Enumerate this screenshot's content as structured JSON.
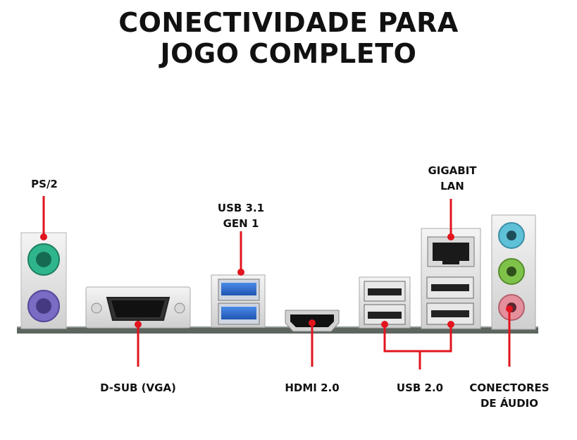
{
  "title": {
    "line1": "CONECTIVIDADE PARA",
    "line2": "JOGO COMPLETO"
  },
  "labels": {
    "ps2": "PS/2",
    "usb31_line1": "USB 3.1",
    "usb31_line2": "GEN 1",
    "gigabit_line1": "GIGABIT",
    "gigabit_line2": "LAN",
    "dsub": "D-SUB (VGA)",
    "hdmi": "HDMI 2.0",
    "usb20": "USB 2.0",
    "audio_line1": "CONECTORES",
    "audio_line2": "DE ÁUDIO"
  },
  "colors": {
    "callout": "#e2141e",
    "ps2_mouse": "#2fb58b",
    "ps2_keyboard": "#7a6bc4",
    "usb3": "#2f6fd0",
    "audio_blue": "#5fc1d8",
    "audio_green": "#7fc24a",
    "audio_pink": "#e58f9c"
  }
}
